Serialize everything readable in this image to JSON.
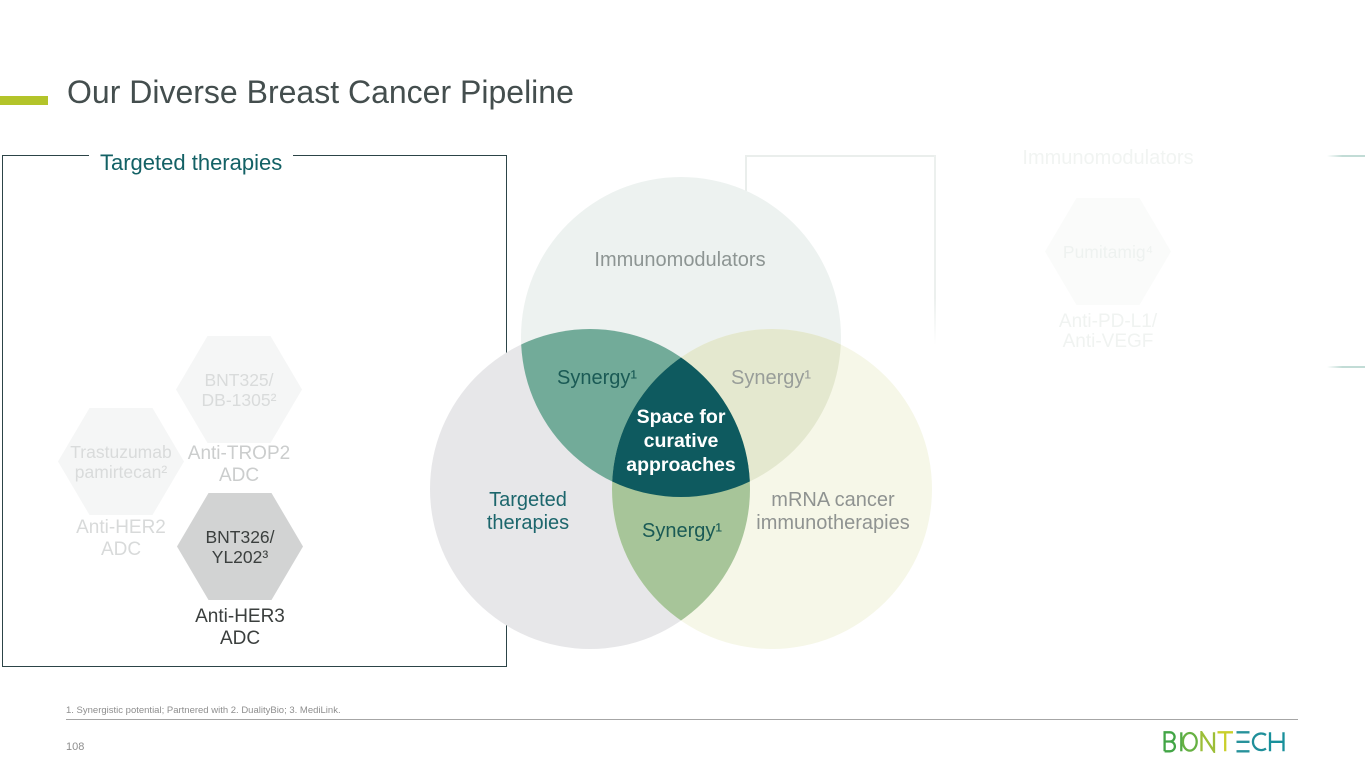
{
  "slide": {
    "title": "Our Diverse Breast Cancer Pipeline",
    "footnote": "1. Synergistic potential; Partnered with 2. DualityBio; 3. MediLink.",
    "page_number": "108",
    "accent_color": "#b3c42a",
    "logo_text": "BIONTECH"
  },
  "targeted_panel": {
    "title": "Targeted therapies",
    "hexagons": [
      {
        "name": "BNT325/\nDB-1305²",
        "caption": "Anti-TROP2\nADC",
        "state": "faded"
      },
      {
        "name": "Trastuzumab\npamirtecan²",
        "caption": "Anti-HER2\nADC",
        "state": "faded"
      },
      {
        "name": "BNT326/\nYL202³",
        "caption": "Anti-HER3\nADC",
        "state": "highlighted"
      }
    ]
  },
  "immunomodulators_panel": {
    "title": "Immunomodulators",
    "hexagons": [
      {
        "name": "Pumitamig⁴",
        "caption": "Anti-PD-L1/\nAnti-VEGF",
        "state": "faded"
      }
    ]
  },
  "venn": {
    "circles": [
      {
        "label": "Immunomodulators",
        "fill": "#edf2f0"
      },
      {
        "label": "Targeted\ntherapies",
        "fill": "#e7e7e9"
      },
      {
        "label": "mRNA cancer\nimmunotherapies",
        "fill": "#f6f7e8"
      }
    ],
    "overlaps": [
      {
        "between": "immunomodulators-targeted",
        "label": "Synergy¹",
        "fill": "#72ab99"
      },
      {
        "between": "immunomodulators-mrna",
        "label": "Synergy¹",
        "fill": "#e4e8cf"
      },
      {
        "between": "targeted-mrna",
        "label": "Synergy¹",
        "fill": "#a7c599"
      },
      {
        "between": "all-three",
        "label": "Space for\ncurative\napproaches",
        "fill": "#0e5a5f"
      }
    ]
  }
}
